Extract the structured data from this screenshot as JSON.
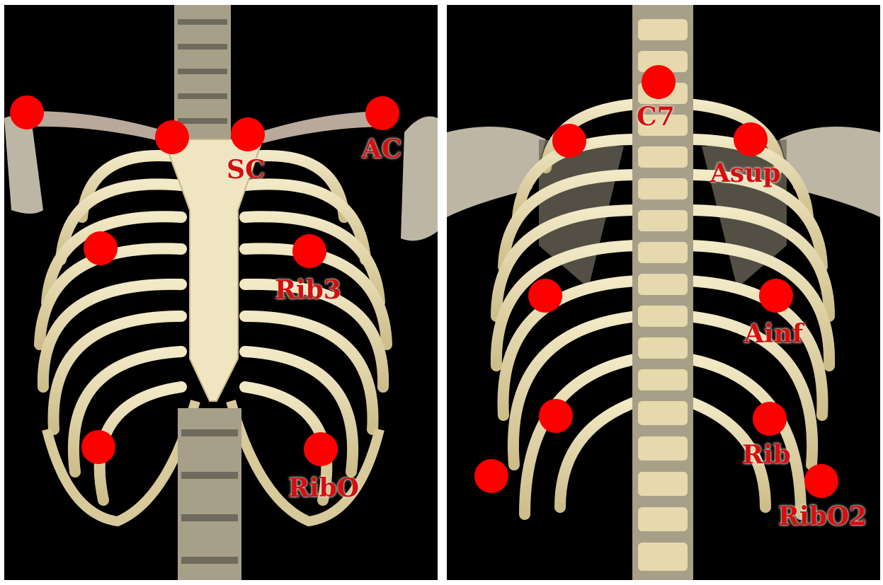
{
  "marker_color": "#ff0000",
  "bone_color": "#e8dcb0",
  "background_color": "#000000",
  "anterior": {
    "labels": {
      "sc": "SC",
      "ac": "AC",
      "rib3": "Rib3",
      "ribo": "RibO"
    }
  },
  "posterior": {
    "labels": {
      "c7": "C7",
      "asup": "Asup",
      "ainf": "Ainf",
      "rib": "Rib",
      "ribo2": "RibO2"
    }
  }
}
